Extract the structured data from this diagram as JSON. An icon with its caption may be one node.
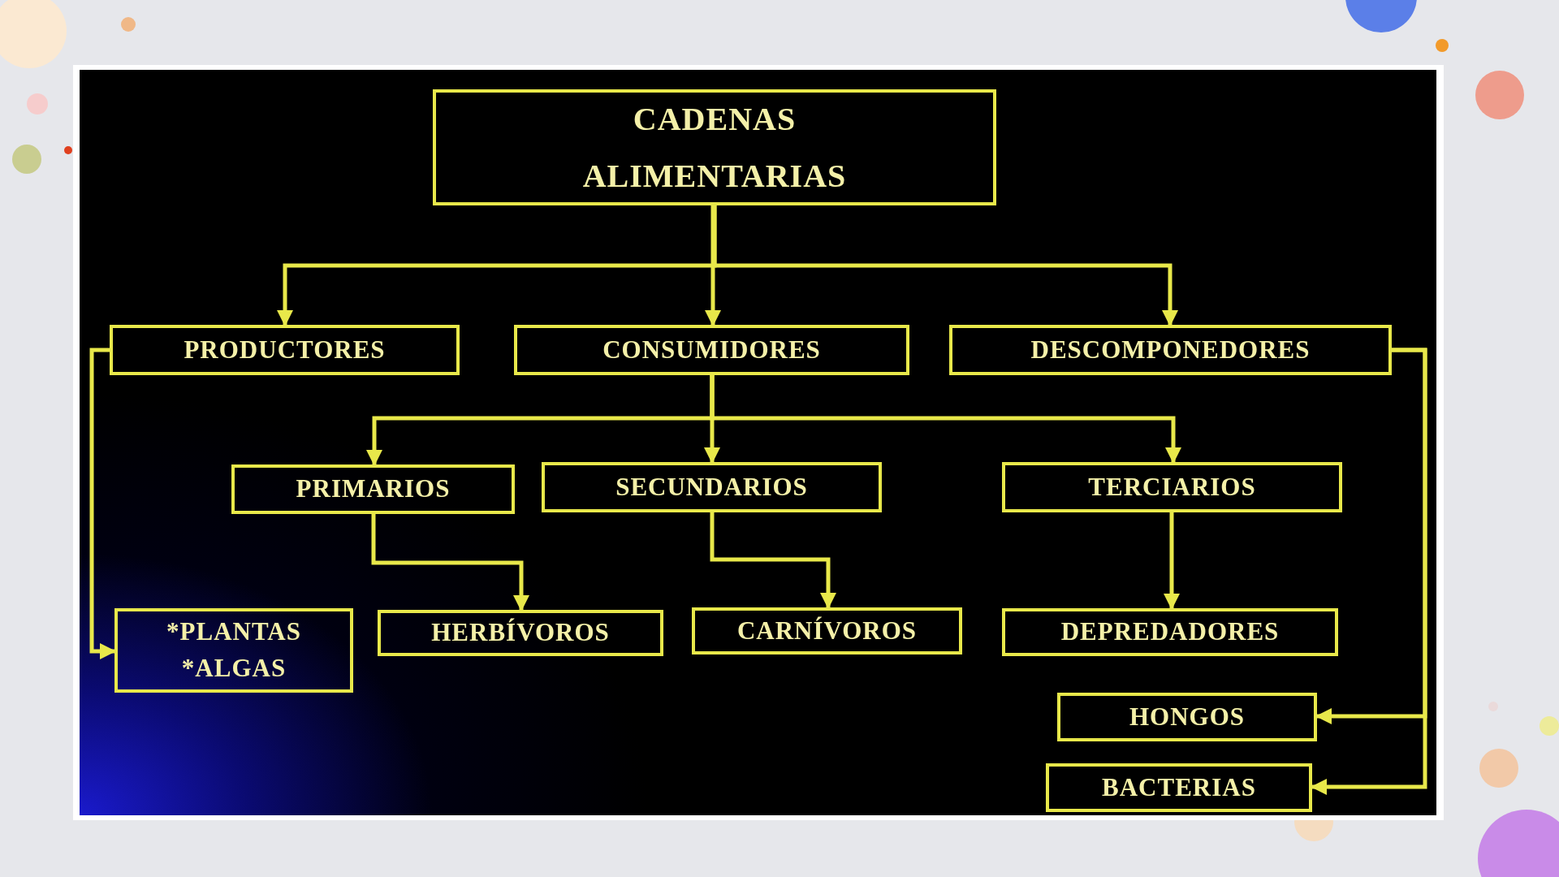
{
  "diagram": {
    "nodes": [
      {
        "text": [
          "CADENAS ALIMENTARIAS"
        ]
      },
      {
        "text": [
          "PRODUCTORES"
        ]
      },
      {
        "text": [
          "CONSUMIDORES"
        ]
      },
      {
        "text": [
          "DESCOMPONEDORES"
        ]
      },
      {
        "text": [
          "PRIMARIOS"
        ]
      },
      {
        "text": [
          "SECUNDARIOS"
        ]
      },
      {
        "text": [
          "TERCIARIOS"
        ]
      },
      {
        "text": [
          "*PLANTAS *ALGAS"
        ]
      },
      {
        "text": [
          "HERBÍVOROS"
        ]
      },
      {
        "text": [
          "CARNÍVOROS"
        ]
      },
      {
        "text": [
          "DEPREDADORES"
        ]
      },
      {
        "text": [
          "HONGOS"
        ]
      },
      {
        "text": [
          "BACTERIAS"
        ]
      }
    ],
    "edges": [
      {
        "from": 0,
        "to": 1,
        "arrow": "to"
      },
      {
        "from": 0,
        "to": 2,
        "arrow": "to"
      },
      {
        "from": 0,
        "to": 3,
        "arrow": "to"
      },
      {
        "from": 2,
        "to": 4,
        "arrow": "to"
      },
      {
        "from": 2,
        "to": 5,
        "arrow": "to"
      },
      {
        "from": 2,
        "to": 6,
        "arrow": "to"
      },
      {
        "from": 1,
        "to": 7,
        "arrow": "to"
      },
      {
        "from": 3,
        "to": 11,
        "arrow": "to"
      },
      {
        "from": 3,
        "to": 12,
        "arrow": "to"
      },
      {
        "from": 4,
        "to": 8,
        "arrow": "to"
      },
      {
        "from": 5,
        "to": 9,
        "arrow": "to"
      },
      {
        "from": 6,
        "to": 10,
        "arrow": "to"
      }
    ]
  }
}
